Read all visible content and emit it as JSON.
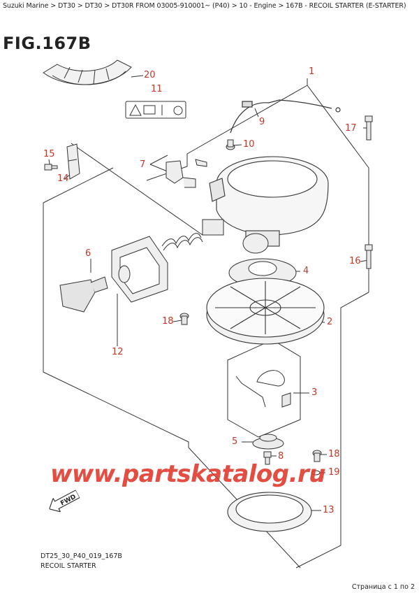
{
  "breadcrumb": "Suzuki Marine > DT30 > DT30 > DT30R FROM 03005-910001~ (P40) > 10 - Engine > 167B - RECOIL STARTER (E-STARTER)",
  "figure_title": "FIG.167B",
  "callouts": {
    "c1": "1",
    "c2": "2",
    "c3": "3",
    "c4": "4",
    "c5": "5",
    "c6": "6",
    "c7": "7",
    "c8": "8",
    "c9": "9",
    "c10": "10",
    "c11": "11",
    "c12": "12",
    "c13": "13",
    "c14": "14",
    "c15": "15",
    "c16": "16",
    "c17": "17",
    "c18a": "18",
    "c18b": "18",
    "c19": "19",
    "c20": "20"
  },
  "watermark": "www.partskatalog.ru",
  "fwd_label": "FWD",
  "drawing_code": "DT25_30_P40_019_167B",
  "drawing_subtitle": "RECOIL STARTER",
  "pager": "Страница с 1 по 2",
  "colors": {
    "callout": "#c0392b",
    "watermark": "#e23b2e",
    "line": "#333333"
  }
}
